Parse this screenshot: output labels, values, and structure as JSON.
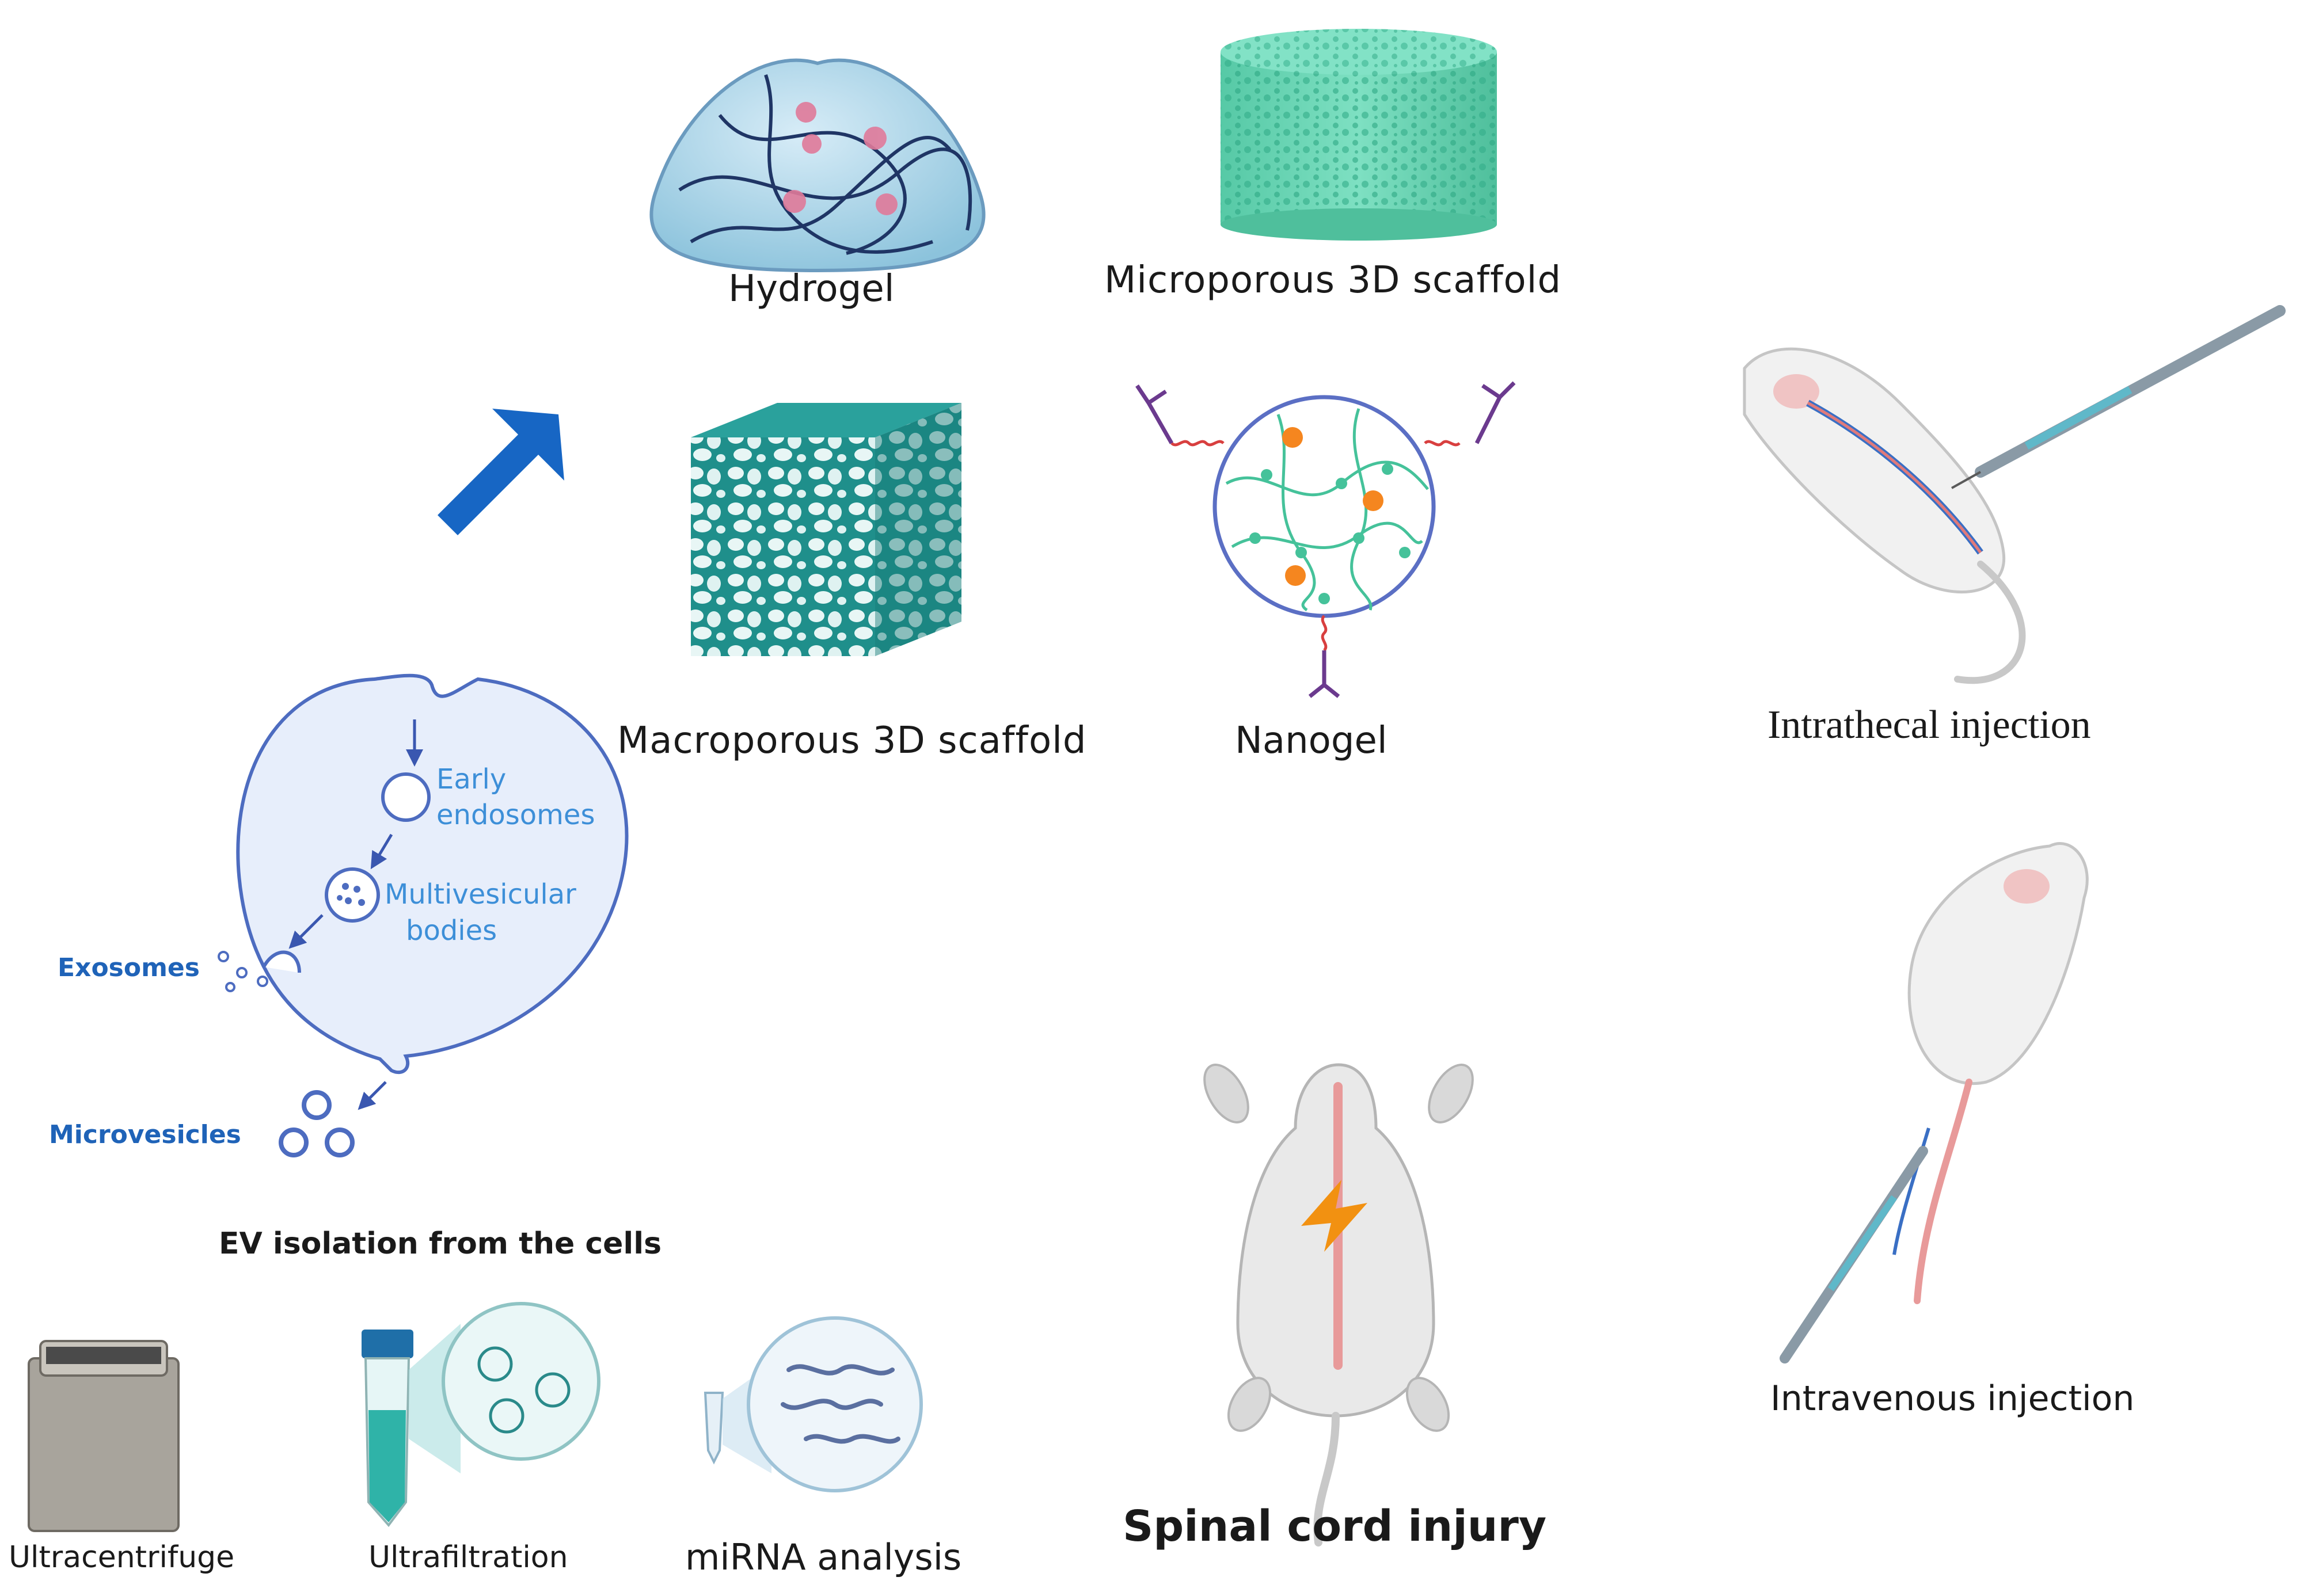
{
  "biomaterials": {
    "hydrogel": "Hydrogel",
    "microporous": "Microporous 3D scaffold",
    "macroporous": "Macroporous 3D scaffold",
    "nanogel": "Nanogel"
  },
  "cell": {
    "early_endosomes_1": "Early",
    "early_endosomes_2": "endosomes",
    "mvb_1": "Multivesicular",
    "mvb_2": "bodies",
    "exosomes": "Exosomes",
    "microvesicles": "Microvesicles"
  },
  "isolation": {
    "title": "EV isolation from the cells",
    "ultracentrifuge": "Ultracentrifuge",
    "ultrafiltration": "Ultrafiltration",
    "mirna": "miRNA analysis"
  },
  "injury": {
    "label": "Spinal cord injury"
  },
  "delivery": {
    "intrathecal": "Intrathecal injection",
    "intravenous": "Intravenous injection"
  },
  "colors": {
    "cell_fill": "#e7eefb",
    "cell_stroke": "#4d6cc0",
    "cell_text": "#3d8fd8",
    "arrow_blue": "#1766c4",
    "teal": "#1e8f8c",
    "mint": "#5fd3b0",
    "spinal_pink": "#e89a9a",
    "bolt_orange": "#f29111"
  }
}
